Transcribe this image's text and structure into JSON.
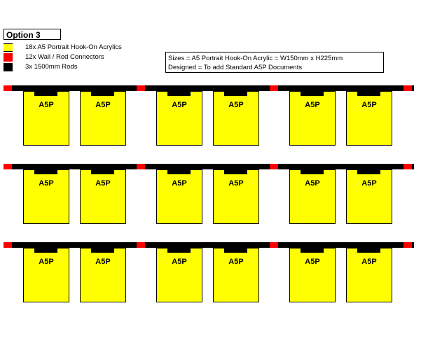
{
  "title": "Option 3",
  "legend": [
    {
      "label": "18x A5 Portrait Hook-On Acrylics",
      "color": "#ffff00"
    },
    {
      "label": "12x Wall / Rod Connectors",
      "color": "#ff0000"
    },
    {
      "label": "3x 1500mm Rods",
      "color": "#000000"
    }
  ],
  "info": {
    "line1": "Sizes = A5 Portrait Hook-On Acrylic = W150mm x H225mm",
    "line2": "Designed = To add Standard A5P Documents"
  },
  "panel_label": "A5P",
  "rows": [
    {
      "panels": [
        "A5P",
        "A5P",
        "A5P",
        "A5P",
        "A5P",
        "A5P"
      ]
    },
    {
      "panels": [
        "A5P",
        "A5P",
        "A5P",
        "A5P",
        "A5P",
        "A5P"
      ]
    },
    {
      "panels": [
        "A5P",
        "A5P",
        "A5P",
        "A5P",
        "A5P",
        "A5P"
      ]
    }
  ],
  "colors": {
    "acrylic": "#ffff00",
    "connector": "#ff0000",
    "rod": "#000000"
  }
}
